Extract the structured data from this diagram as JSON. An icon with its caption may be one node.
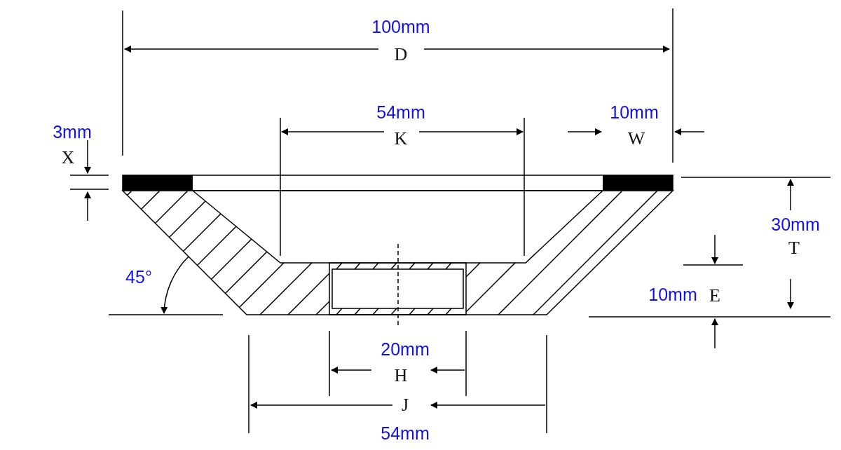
{
  "diagram": {
    "labels": [
      "100mm",
      "D",
      "54mm",
      "10mm",
      "3mm",
      "K",
      "W",
      "X",
      "30mm",
      "T",
      "45°",
      "10mm",
      "E",
      "20mm",
      "H",
      "J",
      "54mm"
    ]
  }
}
